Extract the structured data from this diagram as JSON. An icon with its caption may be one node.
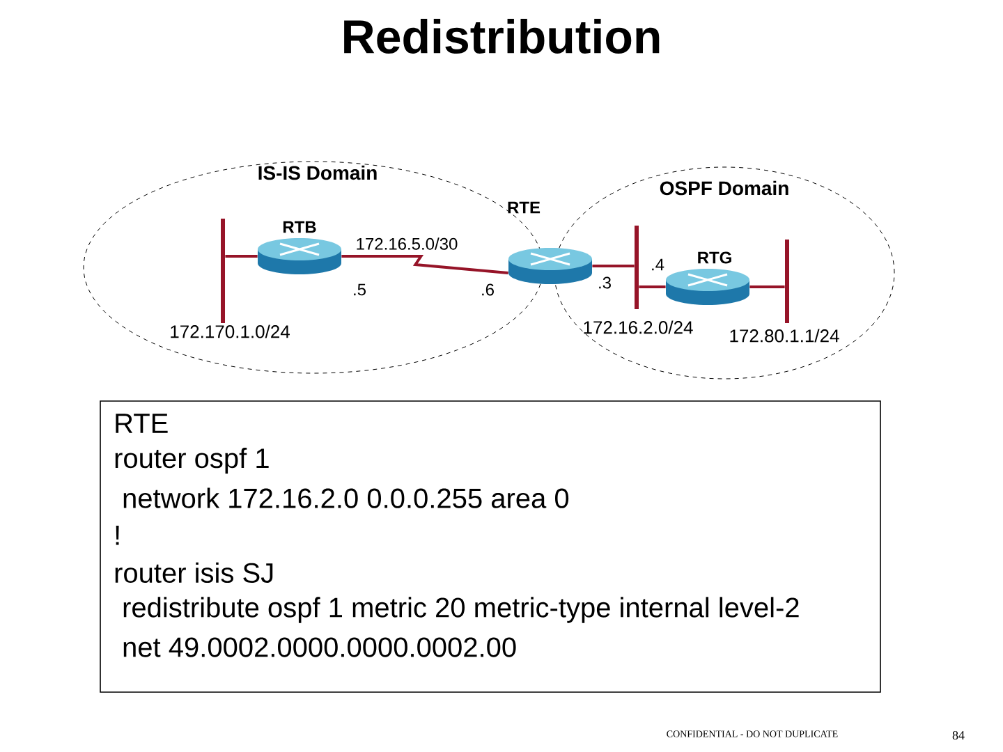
{
  "diagram": {
    "title": "Redistribution",
    "nodes": [
      {
        "text": [
          "IS-IS Domain"
        ]
      },
      {
        "text": [
          "OSPF Domain"
        ]
      },
      {
        "text": [
          "RTB"
        ],
        "in": 0
      },
      {
        "text": [
          "RTE"
        ]
      },
      {
        "text": [
          "RTG"
        ],
        "in": 1
      },
      {
        "text": [
          "172.170.1.0/24"
        ],
        "in": 0
      },
      {
        "text": [
          "172.16.2.0/24"
        ],
        "in": 1
      },
      {
        "text": [
          "172.80.1.1/24"
        ],
        "in": 1
      },
      {
        "text": [
          "RTE",
          "router ospf 1",
          "network 172.16.2.0 0.0.0.255 area 0",
          "!",
          "router isis SJ",
          "redistribute ospf 1 metric 20 metric-type internal level-2",
          "net 49.0002.0000.0000.0002.00"
        ]
      }
    ],
    "edges": [
      {
        "from": 2,
        "to": 5,
        "arrow": "none"
      },
      {
        "from": 2,
        "to": 3,
        "arrow": "none",
        "label": "172.16.5.0/30"
      },
      {
        "from": 3,
        "to": 6,
        "arrow": "none"
      },
      {
        "from": 6,
        "to": 4,
        "arrow": "none"
      },
      {
        "from": 4,
        "to": 7,
        "arrow": "none"
      }
    ],
    "labels": [
      ".5",
      ".6",
      ".3",
      ".4",
      "CONFIDENTIAL - DO NOT DUPLICATE",
      "84"
    ]
  }
}
